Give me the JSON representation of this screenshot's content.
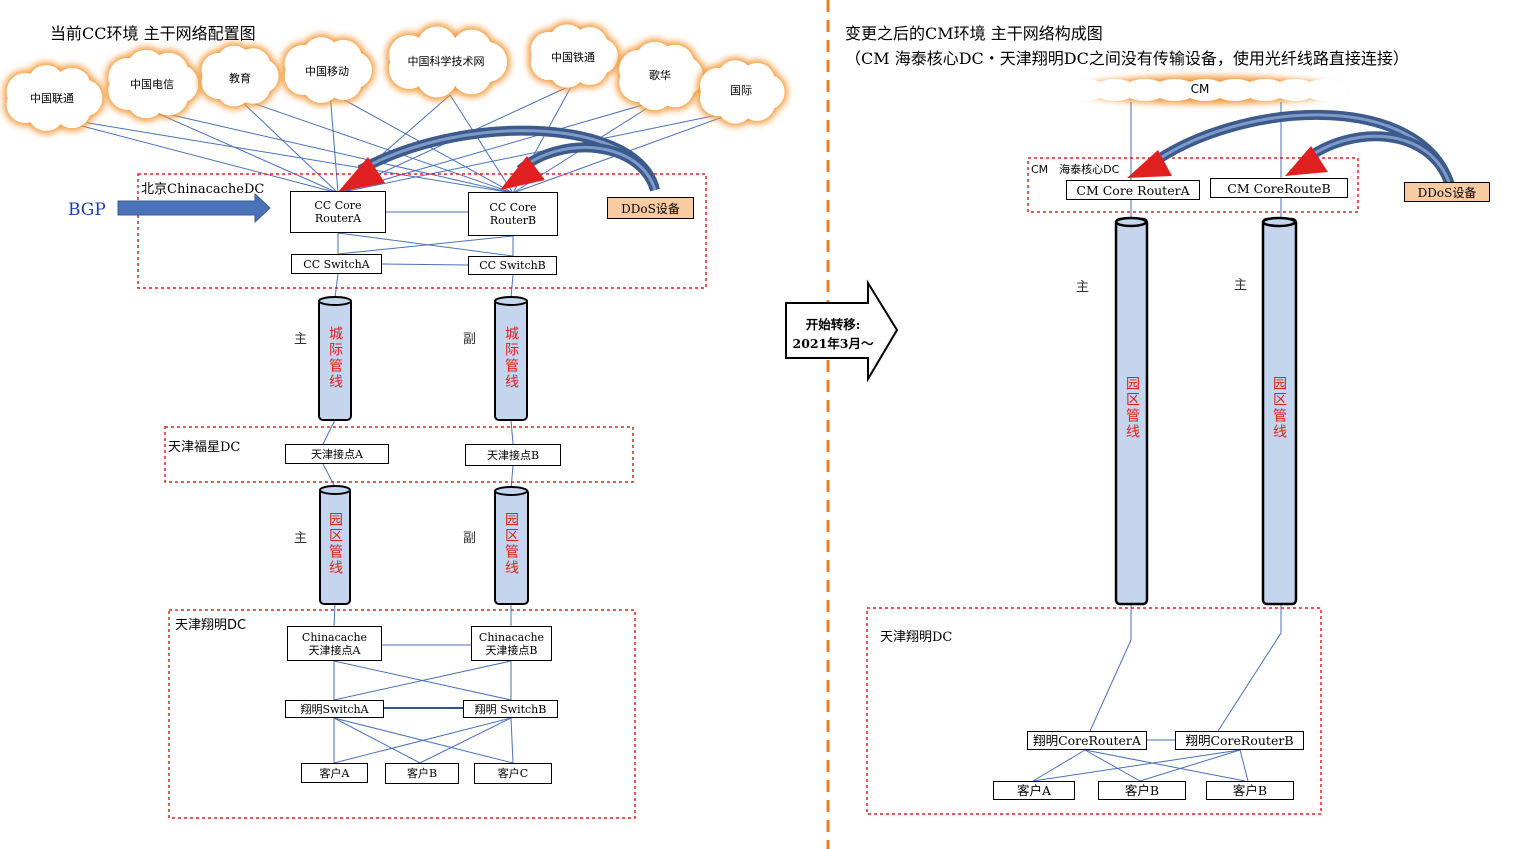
{
  "left_diagram": {
    "title": "当前CC环境 主干网络配置图",
    "clouds": [
      "中国联通",
      "中国电信",
      "教育",
      "中国移动",
      "中国科学技术网",
      "中国铁通",
      "歌华",
      "国际"
    ],
    "beijing_dc": {
      "label": "北京ChinacacheDC",
      "bgp_label": "BGP",
      "router_a": "CC Core\nRouterA",
      "router_b": "CC Core\nRouterB",
      "ddos_label": "DDoS设备",
      "switch_a": "CC SwitchA",
      "switch_b": "CC SwitchB"
    },
    "intercity_pipe": {
      "main_label": "主",
      "sub_label": "副",
      "text": "城际管线"
    },
    "tianjin_fuxing_dc": {
      "label": "天津福星DC",
      "node_a": "天津接点A",
      "node_b": "天津接点B"
    },
    "campus_pipe": {
      "main_label": "主",
      "sub_label": "副",
      "text": "园区管线"
    },
    "tianjin_xiangming_dc": {
      "label": "天津翔明DC",
      "cc_node_a": "Chinacache\n天津接点A",
      "cc_node_b": "Chinacache\n天津接点B",
      "switch_a": "翔明SwitchA",
      "switch_b": "翔明 SwitchB",
      "customers": [
        "客户A",
        "客户B",
        "客户C"
      ]
    }
  },
  "transition_arrow": {
    "line1": "开始转移:",
    "line2": "2021年3月～"
  },
  "right_diagram": {
    "title": "变更之后的CM环境 主干网络构成图",
    "subtitle": "（CM 海泰核心DC・天津翔明DC之间没有传输设备，使用光纤线路直接连接）",
    "cloud": "CM",
    "core_dc": {
      "label": "CM　海泰核心DC",
      "router_a": "CM Core RouterA",
      "router_b": "CM CoreRouteB",
      "ddos_label": "DDoS设备"
    },
    "campus_pipe": {
      "main_label_a": "主",
      "main_label_b": "主",
      "text": "园区管线"
    },
    "tianjin_xiangming_dc": {
      "label": "天津翔明DC",
      "router_a": "翔明CoreRouterA",
      "router_b": "翔明CoreRouterB",
      "customers": [
        "客户A",
        "客户B",
        "客户B"
      ]
    }
  },
  "colors": {
    "cloud_fill": "#ffffff",
    "cloud_glow": "#f29a3a",
    "link_line": "#4a72b8",
    "dashed_box": "#e02020",
    "pipe_fill": "#c5d5ee",
    "pipe_stroke": "#000000",
    "ddos_fill": "#f8cba3",
    "big_arrow_fill": "#3c5a8c",
    "big_arrow_head": "#e02020",
    "divider": "#ee7d22",
    "bgp_color": "#1a3fb0"
  }
}
